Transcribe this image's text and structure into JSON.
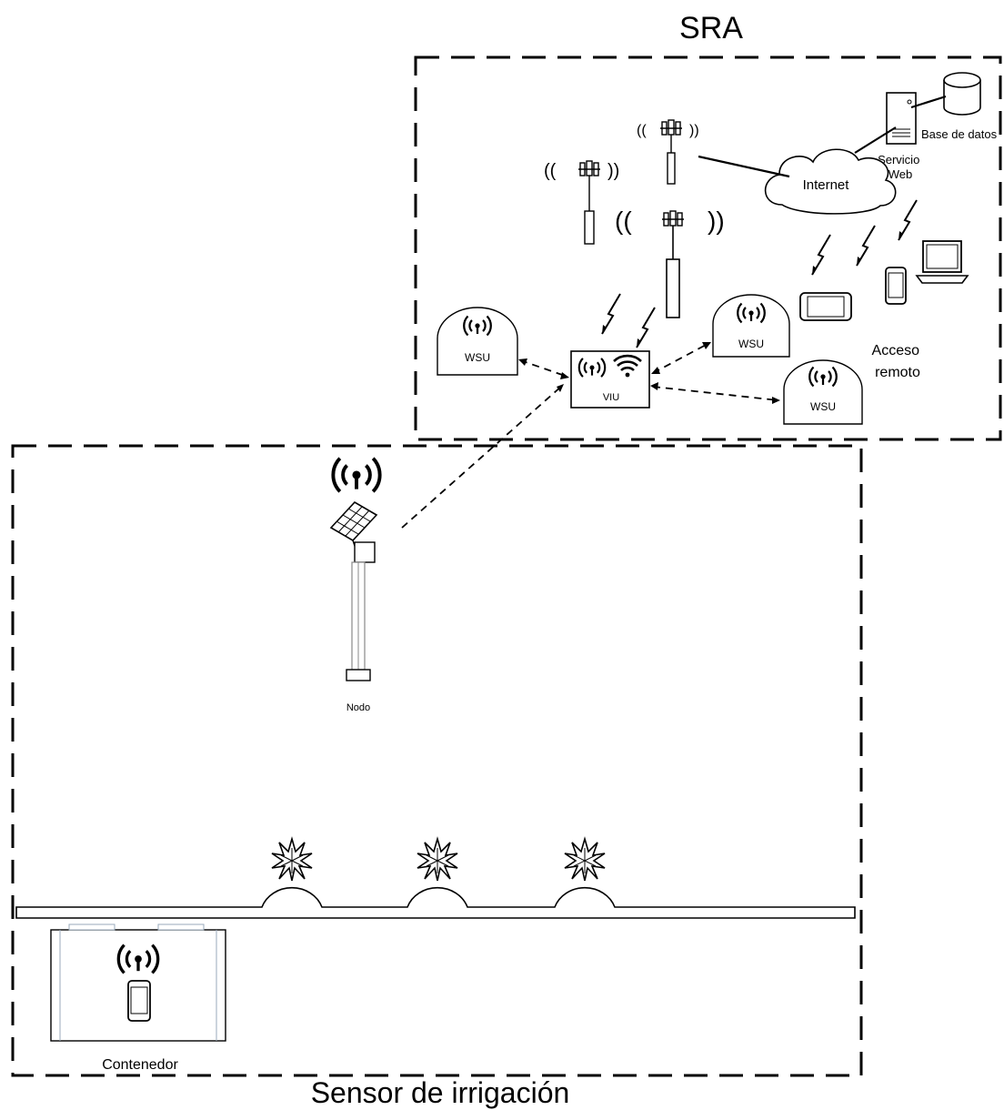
{
  "regions": {
    "sra": {
      "label": "SRA"
    },
    "irrigation": {
      "label": "Sensor de irrigación"
    }
  },
  "nodes": {
    "database": {
      "label": "Base de datos"
    },
    "web_service": {
      "label": "Servicio\nWeb"
    },
    "internet": {
      "label": "Internet"
    },
    "remote_access": {
      "label": "Acceso\nremoto"
    },
    "wsu_left": {
      "label": "WSU"
    },
    "wsu_top_right": {
      "label": "WSU"
    },
    "wsu_bottom_right": {
      "label": "WSU"
    },
    "viu": {
      "label": "VIU"
    },
    "node": {
      "label": "Nodo"
    },
    "container": {
      "label": "Contenedor"
    }
  },
  "icons": {
    "database": "database-icon",
    "server": "server-icon",
    "cloud": "cloud-icon",
    "tower": "cell-tower-icon",
    "laptop": "laptop-icon",
    "phone": "smartphone-icon",
    "tablet": "tablet-icon",
    "wireless": "wireless-signal-icon",
    "wifi": "wifi-icon",
    "lightning": "wireless-link-icon",
    "solar": "solar-panel-icon",
    "plant": "plant-icon"
  }
}
